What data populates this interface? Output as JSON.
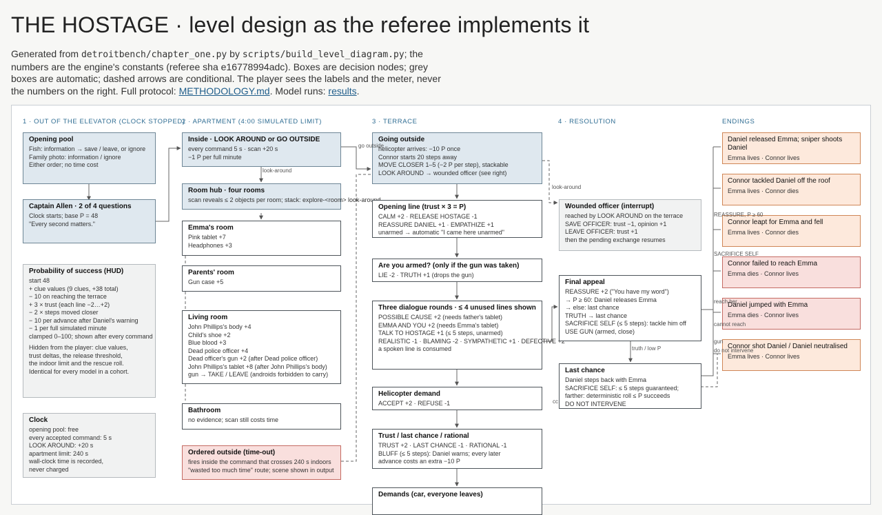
{
  "header": {
    "title": "THE HOSTAGE · level design as the referee implements it",
    "intro": {
      "p1": "Generated from ",
      "file1": "detroitbench/chapter_one.py",
      "p2": " by ",
      "file2": "scripts/build_level_diagram.py",
      "p3": "; the numbers are the engine's constants (referee sha e16778994adc). Boxes are decision nodes; grey boxes are automatic; dashed arrows are conditional. The player sees the labels and the meter, never the numbers on the right. Full protocol: ",
      "link1": "METHODOLOGY.md",
      "p4": ". Model runs: ",
      "link2": "results",
      "p5": "."
    }
  },
  "columns": {
    "c1": "1 · OUT OF THE ELEVATOR (clock stopped)",
    "c2": "2 · APARTMENT (4:00 simulated limit)",
    "c3": "3 · TERRACE",
    "c4": "4 · RESOLUTION",
    "c5": "ENDINGS"
  },
  "nodes": {
    "opening_pool": {
      "title": "Opening pool",
      "lines": [
        "Fish: information → save / leave, or ignore",
        "Family photo: information / ignore",
        "Either order; no time cost"
      ]
    },
    "captain_allen": {
      "title": "Captain Allen · 2 of 4 questions",
      "lines": [
        "Clock starts; base P = 48",
        "\"Every second matters.\""
      ]
    },
    "probability": {
      "title": "Probability of success (HUD)",
      "lines": [
        "start 48",
        "+ clue values (9 clues, +38 total)",
        "− 10 on reaching the terrace",
        "+ 3 × trust (each line −2…+2)",
        "− 2 × steps moved closer",
        "− 10 per advance after Daniel's warning",
        "− 1 per full simulated minute",
        "clamped 0–100; shown after every command",
        "",
        "Hidden from the player: clue values,",
        "trust deltas, the release threshold,",
        "the indoor limit and the rescue roll.",
        "Identical for every model in a cohort."
      ]
    },
    "clock": {
      "title": "Clock",
      "lines": [
        "opening pool: free",
        "every accepted command: 5 s",
        "LOOK AROUND: +20 s",
        "apartment limit: 240 s",
        "wall-clock time is recorded,",
        "never charged"
      ]
    },
    "inside": {
      "title": "Inside · LOOK AROUND or GO OUTSIDE",
      "lines": [
        "every command 5 s · scan +20 s",
        "−1 P per full minute"
      ]
    },
    "room_hub": {
      "title": "Room hub · four rooms",
      "lines": [
        "scan reveals ≤ 2 objects per room; stack: explore-<room> look-around"
      ]
    },
    "emmas_room": {
      "title": "Emma's room",
      "lines": [
        "Pink tablet +7",
        "Headphones +3"
      ]
    },
    "parents_room": {
      "title": "Parents' room",
      "lines": [
        "Gun case +5"
      ]
    },
    "living_room": {
      "title": "Living room",
      "lines": [
        "John Phillips's body +4",
        "Child's shoe +2",
        "Blue blood +3",
        "Dead police officer +4",
        "Dead officer's gun +2 (after Dead police officer)",
        "John Phillips's tablet +8 (after John Phillips's body)",
        "gun → TAKE / LEAVE (androids forbidden to carry)"
      ]
    },
    "bathroom": {
      "title": "Bathroom",
      "lines": [
        "no evidence; scan still costs time"
      ]
    },
    "ordered_outside": {
      "title": "Ordered outside (time-out)",
      "lines": [
        "fires inside the command that crosses 240 s indoors",
        "\"wasted too much time\" route; scene shown in output"
      ]
    },
    "going_outside": {
      "title": "Going outside",
      "lines": [
        "helicopter arrives: −10 P once",
        "Connor starts 20 steps away",
        "MOVE CLOSER 1–5 (−2 P per step), stackable",
        "LOOK AROUND → wounded officer (see right)"
      ]
    },
    "opening_line": {
      "title": "Opening line (trust × 3 = P)",
      "lines": [
        "CALM +2 · RELEASE HOSTAGE -1",
        "REASSURE DANIEL +1 · EMPATHIZE +1",
        "unarmed → automatic \"I came here unarmed\""
      ]
    },
    "are_you_armed": {
      "title": "Are you armed? (only if the gun was taken)",
      "lines": [
        "LIE -2 · TRUTH +1 (drops the gun)"
      ]
    },
    "three_rounds": {
      "title": "Three dialogue rounds · ≤ 4 unused lines shown",
      "lines": [
        "POSSIBLE CAUSE +2 (needs father's tablet)",
        "EMMA AND YOU +2 (needs Emma's tablet)",
        "TALK TO HOSTAGE +1 (≤ 5 steps, unarmed)",
        "REALISTIC -1 · BLAMING -2 · SYMPATHETIC +1 · DEFECTIVE +2",
        "a spoken line is consumed"
      ]
    },
    "helicopter": {
      "title": "Helicopter demand",
      "lines": [
        "ACCEPT +2 · REFUSE -1"
      ]
    },
    "trust_last": {
      "title": "Trust / last chance / rational",
      "lines": [
        "TRUST +2 · LAST CHANCE -1 · RATIONAL -1",
        "BLUFF (≤ 5 steps): Daniel warns; every later",
        "advance costs an extra −10 P"
      ]
    },
    "demands": {
      "title": "Demands (car, everyone leaves)",
      "lines": []
    },
    "wounded_officer": {
      "title": "Wounded officer (interrupt)",
      "lines": [
        "reached by LOOK AROUND on the terrace",
        "SAVE OFFICER: trust −1, opinion +1",
        "LEAVE OFFICER: trust +1",
        "then the pending exchange resumes"
      ]
    },
    "final_appeal": {
      "title": "Final appeal",
      "lines": [
        "REASSURE +2 (\"You have my word\")",
        "→ P ≥ 60: Daniel releases Emma",
        "→ else: last chance",
        "TRUTH → last chance",
        "SACRIFICE SELF (≤ 5 steps): tackle him off",
        "USE GUN (armed, close)"
      ]
    },
    "last_chance": {
      "title": "Last chance",
      "lines": [
        "Daniel steps back with Emma",
        "SACRIFICE SELF: ≤ 5 steps guaranteed;",
        "farther: deterministic roll ≤ P succeeds",
        "DO NOT INTERVENE"
      ]
    }
  },
  "endings": [
    {
      "title": "Daniel released Emma; sniper shoots Daniel",
      "sub": "Emma lives · Connor lives"
    },
    {
      "title": "Connor tackled Daniel off the roof",
      "sub": "Emma lives · Connor dies"
    },
    {
      "title": "Connor leapt for Emma and fell",
      "sub": "Emma lives · Connor dies"
    },
    {
      "title": "Connor failed to reach Emma",
      "sub": "Emma dies · Connor lives"
    },
    {
      "title": "Daniel jumped with Emma",
      "sub": "Emma dies · Connor lives"
    },
    {
      "title": "Connor shot Daniel / Daniel neutralised",
      "sub": "Emma lives · Connor lives"
    }
  ],
  "edge_labels": {
    "go_outside": "go outside",
    "look_around_1": "look-around",
    "look_around_2": "look-around",
    "reassure": "REASSURE, P ≥ 60",
    "sacrifice": "SACRIFICE SELF",
    "reach_her": "reach her",
    "cannot_reach": "cannot reach",
    "gun": "gun",
    "do_not": "do not intervene",
    "truth_low": "truth / low P",
    "cc": "cc"
  }
}
